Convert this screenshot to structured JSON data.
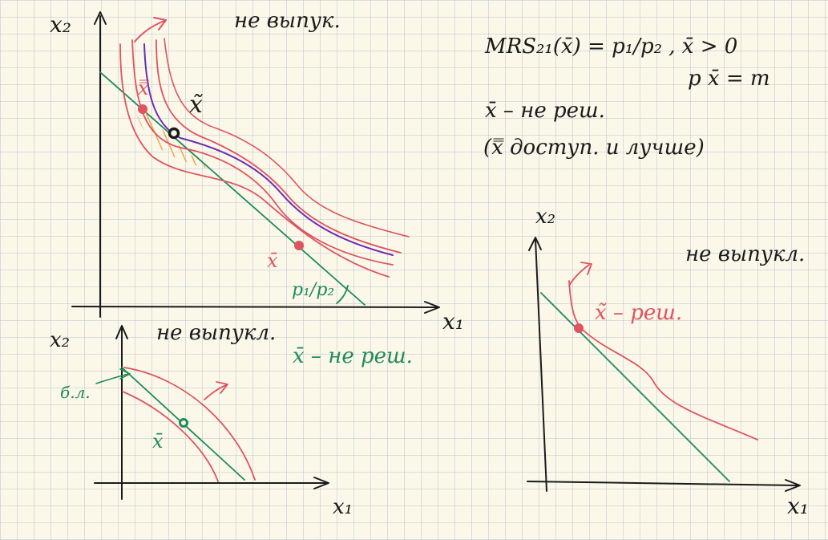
{
  "colors": {
    "ink": "#1a1a1a",
    "red": "#e0535f",
    "green": "#1f8a5a",
    "purple": "#6a2bb5",
    "orange": "#f0a03c"
  },
  "top_left": {
    "x_axis": "x₁",
    "y_axis": "x₂",
    "note": "не выпук.",
    "tilde_label": "x̃",
    "double_bar_label": "x̿",
    "bar_label": "x̄",
    "slope_label": "p₁/p₂"
  },
  "formula": {
    "line1": "MRS₂₁(x̄) = p₁/p₂ ,  x̄ > 0",
    "line2": "p x̄ = m",
    "line3": "x̄ – не реш.",
    "line4": "(x̿ доступ. и лучше)"
  },
  "bottom_left": {
    "x_axis": "x₁",
    "y_axis": "x₂",
    "note": "не выпукл.",
    "green_note": "x̄ – не реш.",
    "budget_label": "б.л.",
    "bar_label": "x̄"
  },
  "right": {
    "x_axis": "x₁",
    "y_axis": "x₂",
    "note": "не выпукл.",
    "point_note": "x̃ – реш."
  }
}
